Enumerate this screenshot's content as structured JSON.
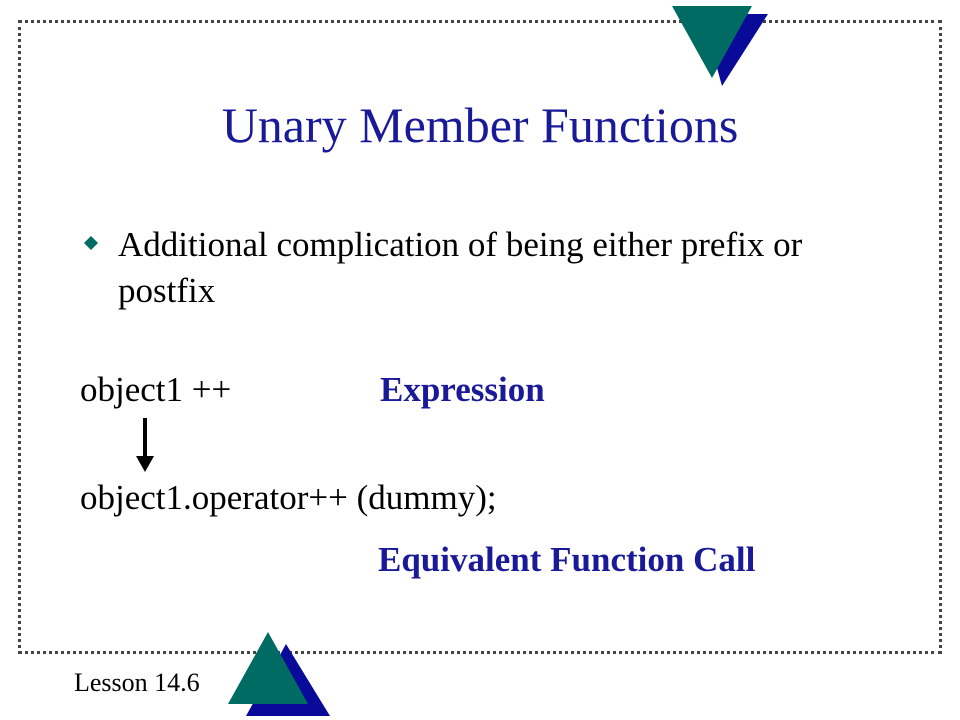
{
  "slide": {
    "title": "Unary Member Functions",
    "bullet": "Additional complication of being either prefix or postfix",
    "expression_code": "object1 ++",
    "expression_label": "Expression",
    "function_call_code": "object1.operator++ (dummy);",
    "function_call_label": "Equivalent Function Call",
    "footer": "Lesson  14.6"
  },
  "colors": {
    "title": "#1a1a99",
    "accent_teal": "#006b63",
    "accent_navy": "#0a0a99"
  },
  "icons": {
    "bullet": "teal-diamond-bullet-icon",
    "arrow": "down-arrow-icon",
    "top_decor": "inverted-triangles-icon",
    "bottom_decor": "triangles-icon"
  }
}
